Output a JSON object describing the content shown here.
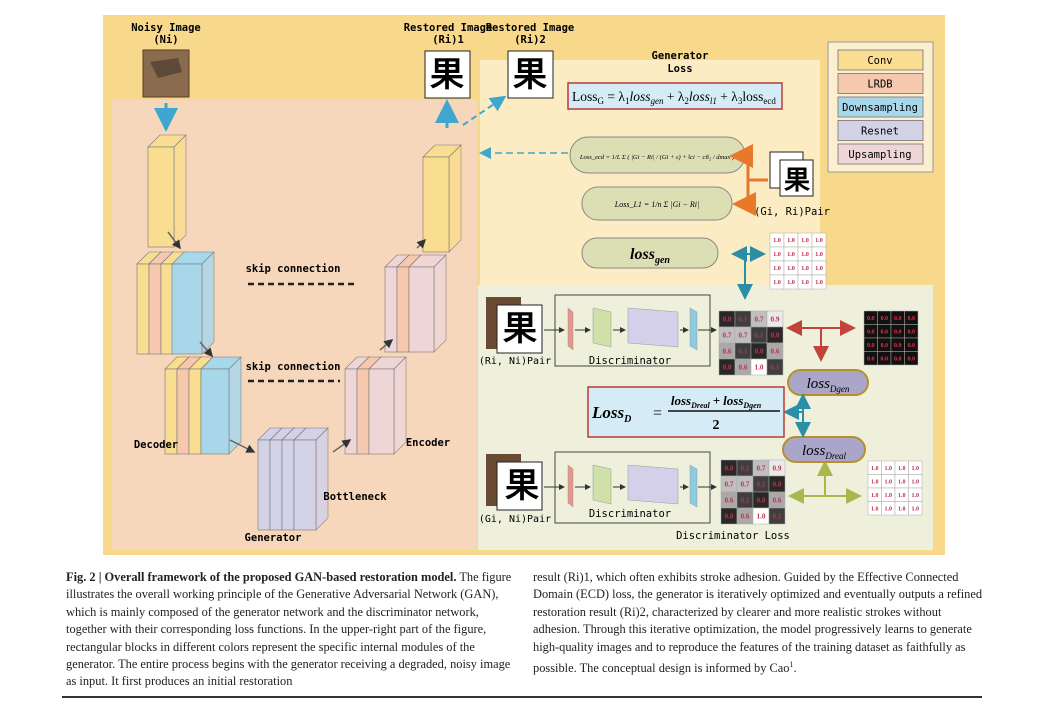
{
  "figure": {
    "noisy_image": {
      "label_line1": "Noisy Image",
      "label_line2": "(Ni)"
    },
    "restored_1": {
      "label_line1": "Restored Image",
      "label_line2": "(Ri)1"
    },
    "restored_2": {
      "label_line1": "Restored Image",
      "label_line2": "(Ri)2"
    },
    "glyph": "果",
    "generator": {
      "skip_connection_1": "skip connection",
      "skip_connection_2": "skip connection",
      "decoder_label": "Decoder",
      "encoder_label": "Encoder",
      "bottleneck_label": "Bottleneck",
      "generator_label": "Generator"
    },
    "legend": {
      "items": [
        {
          "label": "Conv",
          "color": "#f9dd90"
        },
        {
          "label": "LRDB",
          "color": "#f6c9ae"
        },
        {
          "label": "Downsampling",
          "color": "#a8d7ea"
        },
        {
          "label": "Resnet",
          "color": "#d3d1e6"
        },
        {
          "label": "Upsampling",
          "color": "#eed6d6"
        }
      ]
    },
    "generator_loss": {
      "title_line1": "Generator",
      "title_line2": "Loss",
      "formula": {
        "lhs": "Loss",
        "lhs_sub": "G",
        "eq": " = λ",
        "l1": "1",
        "t1": "loss",
        "t1_sub": "gen",
        "p1": " + λ",
        "l2": "2",
        "t2": "loss",
        "t2_sub": "l1",
        "p2": " + λ",
        "l3": "3",
        "t3": "loss",
        "t3_sub": "ecd"
      },
      "ecd_formula": "Loss_ecd = 1/L Σ ( |Gi − Ri| / (Gi + ε) + ‖ci − ci‖₂ / dmax )",
      "l1_formula": "Loss_L1 = 1/n Σ |Gi − Ri|",
      "gen_term": "loss",
      "gen_term_sub": "gen",
      "pair_label": "(Gi, Ri)Pair"
    },
    "discriminator": {
      "top_pair_label": "(Ri, Ni)Pair",
      "bottom_pair_label": "(Gi, Ni)Pair",
      "top_label": "Discriminator",
      "bottom_label": "Discriminator",
      "loss_title": "Discriminator Loss",
      "loss_d": {
        "lhs": "Loss",
        "lhs_sub": "D",
        "eq": "=",
        "num_a": "loss",
        "num_a_sub": "Dreal",
        "plus": "+",
        "num_b": "loss",
        "num_b_sub": "Dgen",
        "den": "2"
      },
      "loss_dgen": {
        "text": "loss",
        "sub": "Dgen"
      },
      "loss_dreal": {
        "text": "loss",
        "sub": "Dreal"
      },
      "pred_matrix": [
        [
          "0.0",
          "0.1",
          "0.7",
          "0.9"
        ],
        [
          "0.7",
          "0.7",
          "0.1",
          "0.0"
        ],
        [
          "0.6",
          "0.1",
          "0.0",
          "0.6"
        ],
        [
          "0.0",
          "0.6",
          "1.0",
          "0.1"
        ]
      ],
      "zeros_matrix": [
        [
          "0.0",
          "0.0",
          "0.0",
          "0.0"
        ],
        [
          "0.0",
          "0.0",
          "0.0",
          "0.0"
        ],
        [
          "0.0",
          "0.0",
          "0.0",
          "0.0"
        ],
        [
          "0.0",
          "0.0",
          "0.0",
          "0.0"
        ]
      ],
      "ones_matrix": [
        [
          "1.0",
          "1.0",
          "1.0",
          "1.0"
        ],
        [
          "1.0",
          "1.0",
          "1.0",
          "1.0"
        ],
        [
          "1.0",
          "1.0",
          "1.0",
          "1.0"
        ],
        [
          "1.0",
          "1.0",
          "1.0",
          "1.0"
        ]
      ]
    }
  },
  "caption": {
    "fig_label": "Fig. 2 | Overall framework of the proposed GAN-based restoration model.",
    "text_left": " The figure illustrates the overall working principle of the Generative Adversarial Network (GAN), which is mainly composed of the generator network and the discriminator network, together with their corresponding loss functions. In the upper-right part of the figure, rectangular blocks in different colors represent the specific internal modules of the generator. The entire process begins with the generator receiving a degraded, noisy image as input. It first produces an initial restoration",
    "text_right": "result (Ri)1, which often exhibits stroke adhesion. Guided by the Effective Connected Domain (ECD) loss, the generator is iteratively optimized and eventually outputs a refined restoration result (Ri)2, characterized by clearer and more realistic strokes without adhesion. Through this iterative optimization, the model progressively learns to generate high-quality images and to reproduce the features of the training dataset as faithfully as possible. The conceptual design is informed by Cao",
    "citation": "1",
    "end": "."
  }
}
